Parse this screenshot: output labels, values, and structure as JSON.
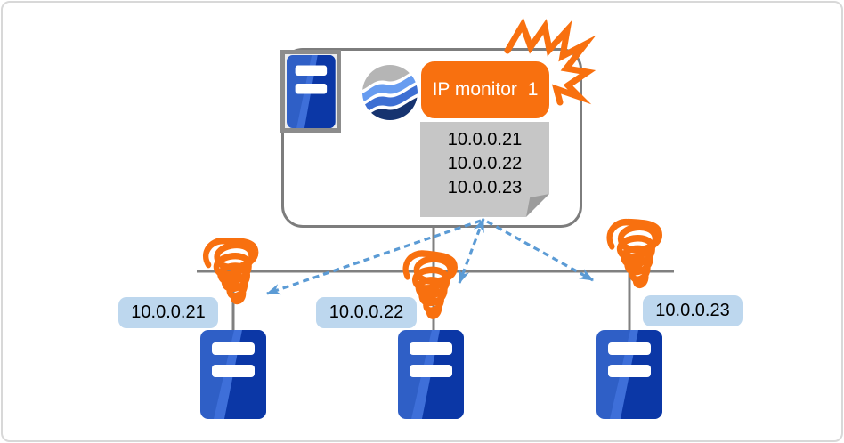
{
  "colors": {
    "accent-orange": "#F8700F",
    "label-blue": "#BDD7EE",
    "arrow-blue": "#5B9BD5",
    "line-gray": "#808080",
    "container-gray": "#7D7D7D",
    "frame-gray": "#D8D8D8",
    "note-gray": "#C6C6C6",
    "note-fold-gray": "#9C9C9C",
    "hostbox-bg": "#EDEDED",
    "hostbox-border": "#8C8C8C",
    "server-blue": "#2F5FC6",
    "server-blue-light": "#3E6FD9",
    "server-blue-dark": "#0B37A6",
    "globe-gray": "#B5B5B5",
    "globe-light-blue": "#679CF0",
    "globe-mid-blue": "#3D6FD3",
    "globe-navy": "#16336F"
  },
  "monitor": {
    "badge_label": "IP monitor",
    "badge_number": "1",
    "watch_list": [
      "10.0.0.21",
      "10.0.0.22",
      "10.0.0.23"
    ]
  },
  "nodes": [
    {
      "label": "10.0.0.21"
    },
    {
      "label": "10.0.0.22"
    },
    {
      "label": "10.0.0.23"
    }
  ],
  "icons": {
    "host": "server-tower-icon",
    "logo": "globe-waves-icon",
    "alert": "crash-burst-icon",
    "fault": "coil-scribble-icon",
    "probe": "dashed-arrow-icon",
    "list": "sticky-note-icon"
  }
}
